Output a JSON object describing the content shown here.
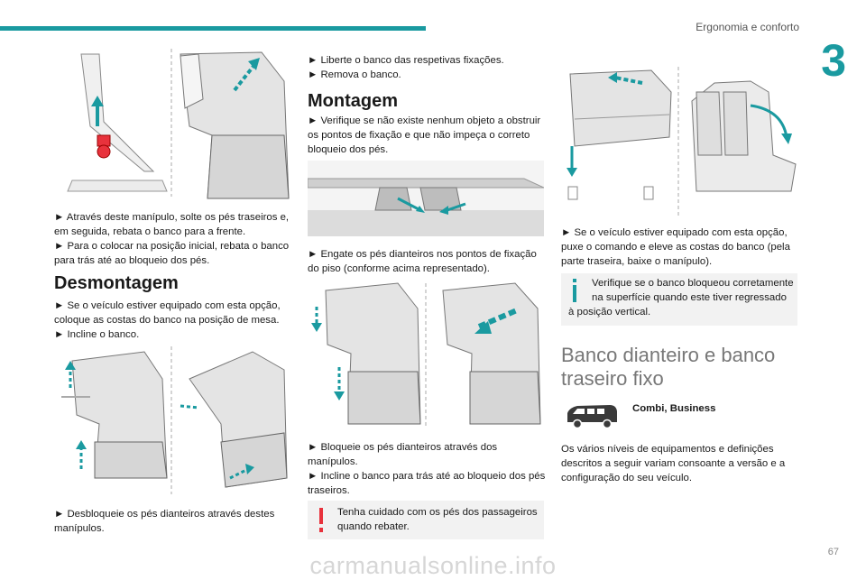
{
  "header": {
    "section_title": "Ergonomia e conforto",
    "chapter_number": "3"
  },
  "col1": {
    "p1": [
      "► Através deste manípulo, solte os pés traseiros e,",
      "em seguida, rebata o banco para a frente.",
      "► Para o colocar na posição inicial, rebata o banco",
      "para trás até ao bloqueio dos pés."
    ],
    "h_desmontagem": "Desmontagem",
    "p2": [
      "► Se o veículo estiver equipado com esta opção,",
      "coloque as costas do banco na posição de mesa.",
      "► Incline o banco."
    ],
    "p3": [
      "► Desbloqueie os pés dianteiros através destes",
      "manípulos."
    ]
  },
  "col2": {
    "p0": [
      "► Liberte o banco das respetivas fixações.",
      "► Remova o banco."
    ],
    "h_montagem": "Montagem",
    "p1": [
      "► Verifique se não existe nenhum objeto a obstruir",
      "os pontos de fixação e que não impeça o correto",
      "bloqueio dos pés."
    ],
    "p2": [
      "► Engate os pés dianteiros nos pontos de fixação",
      "do piso (conforme acima representado)."
    ],
    "p3": [
      "► Bloqueie os pés dianteiros através dos",
      "manípulos.",
      "► Incline o banco para trás até ao bloqueio dos pés",
      "traseiros."
    ],
    "warning": [
      "Tenha cuidado com os pés dos passageiros",
      "quando rebater."
    ]
  },
  "col3": {
    "p1": [
      "► Se o veículo estiver equipado com esta opção,",
      "puxe o comando e eleve as costas do banco (pela",
      "parte traseira, baixe o manípulo)."
    ],
    "info": [
      "Verifique se o banco bloqueou corretamente",
      "na superfície quando este tiver regressado",
      "à posição vertical."
    ],
    "h_banco": [
      "Banco dianteiro e banco",
      "traseiro fixo"
    ],
    "versions": "Combi, Business",
    "p2": [
      "Os vários níveis de equipamentos e definições",
      "descritos a seguir variam consoante a versão e a",
      "configuração do seu veículo."
    ]
  },
  "footer": {
    "page_number": "67",
    "watermark": "carmanualsonline.info"
  },
  "colors": {
    "accent": "#1a9aa0",
    "warning": "#e8323c",
    "info": "#1a9aa0"
  },
  "icons": [
    "seat-illustration",
    "warning-icon",
    "info-icon",
    "van-icon"
  ]
}
